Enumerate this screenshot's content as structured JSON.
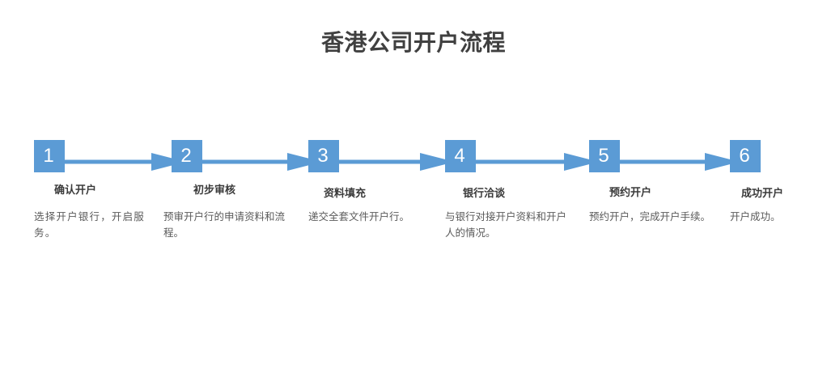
{
  "page": {
    "title": "香港公司开户流程",
    "background_color": "#ffffff",
    "accent_color": "#5b9bd5",
    "title_color": "#404040",
    "step_title_color": "#3a3a3a",
    "step_desc_color": "#5a5a5a"
  },
  "diagram": {
    "type": "process-flow",
    "orientation": "horizontal",
    "step_count": 6,
    "connector": "arrow-right",
    "steps": [
      {
        "number": "1",
        "title": "确认开户",
        "desc": "选择开户银行，开启服务。",
        "has_arrow": true
      },
      {
        "number": "2",
        "title": "初步审核",
        "desc": "预审开户行的申请资料和流程。",
        "has_arrow": true
      },
      {
        "number": "3",
        "title": "资料填充",
        "desc": "递交全套文件开户行。",
        "has_arrow": true
      },
      {
        "number": "4",
        "title": "银行洽谈",
        "desc": "与银行对接开户资料和开户人的情况。",
        "has_arrow": true
      },
      {
        "number": "5",
        "title": "预约开户",
        "desc": "预约开户，完成开户手续。",
        "has_arrow": true
      },
      {
        "number": "6",
        "title": "成功开户",
        "desc": "开户成功。",
        "has_arrow": false
      }
    ]
  }
}
